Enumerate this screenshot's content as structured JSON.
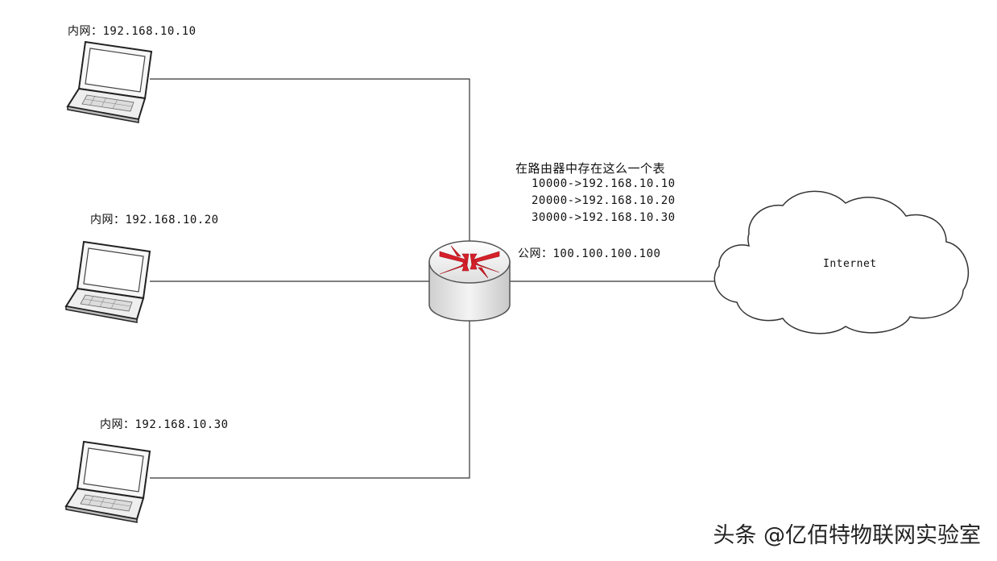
{
  "hosts": [
    {
      "label": "内网：192.168.10.10"
    },
    {
      "label": "内网：192.168.10.20"
    },
    {
      "label": "内网：192.168.10.30"
    }
  ],
  "router": {
    "table_title": "在路由器中存在这么一个表",
    "table_rows": [
      "10000->192.168.10.10",
      "20000->192.168.10.20",
      "30000->192.168.10.30"
    ],
    "public_ip": "公网：100.100.100.100"
  },
  "cloud": {
    "label": "Internet"
  },
  "watermark": "头条 @亿佰特物联网实验室",
  "colors": {
    "line": "#333333",
    "router_arrow": "#d6202a",
    "router_body": "#e8e8e8"
  }
}
